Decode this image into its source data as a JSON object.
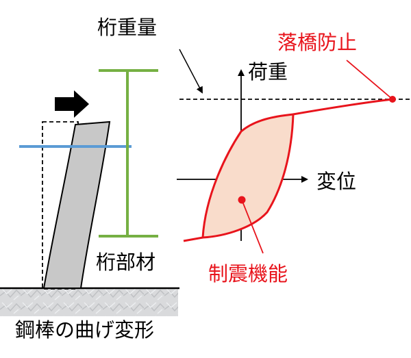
{
  "labels": {
    "girder_weight": "桁重量",
    "unseating_prevention": "落橋防止",
    "load_axis": "荷重",
    "displacement_axis": "変位",
    "girder_member": "桁部材",
    "damping_function": "制震機能",
    "steel_bar_bending": "鋼棒の曲げ変形"
  },
  "colors": {
    "accent_red": "#e8141c",
    "fill_peach": "#f9dccb",
    "girder_green": "#76b043",
    "bar_blue": "#5b9bd5",
    "bar_gray": "#c8c8c8",
    "ink": "#000000"
  }
}
